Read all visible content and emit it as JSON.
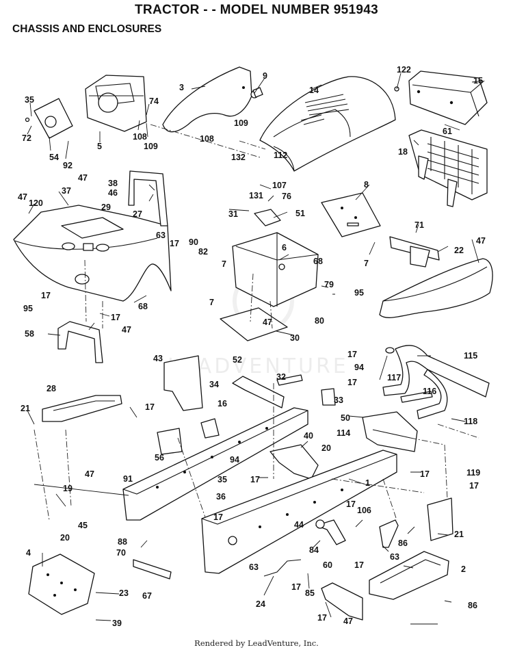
{
  "header": {
    "title": "TRACTOR - - MODEL NUMBER 951943",
    "subtitle": "CHASSIS AND ENCLOSURES"
  },
  "watermark": {
    "text": "LEADVENTURE"
  },
  "footer": {
    "text": "Rendered by LeadVenture, Inc."
  },
  "callouts": [
    "122",
    "15",
    "61",
    "9",
    "3",
    "14",
    "35",
    "72",
    "54",
    "92",
    "5",
    "74",
    "108",
    "109",
    "108",
    "109",
    "132",
    "112",
    "131",
    "107",
    "76",
    "8",
    "18",
    "38",
    "46",
    "29",
    "27",
    "63",
    "17",
    "47",
    "120",
    "37",
    "47",
    "68",
    "31",
    "51",
    "71",
    "22",
    "47",
    "90",
    "82",
    "6",
    "68",
    "7",
    "7",
    "7",
    "47",
    "80",
    "79",
    "95",
    "17",
    "95",
    "17",
    "47",
    "58",
    "30",
    "43",
    "52",
    "34",
    "32",
    "17",
    "94",
    "17",
    "33",
    "117",
    "115",
    "116",
    "28",
    "21",
    "17",
    "56",
    "16",
    "50",
    "118",
    "119",
    "40",
    "94",
    "20",
    "114",
    "17",
    "91",
    "35",
    "17",
    "36",
    "1",
    "17",
    "47",
    "17",
    "19",
    "20",
    "45",
    "17",
    "106",
    "44",
    "21",
    "86",
    "88",
    "70",
    "84",
    "63",
    "60",
    "17",
    "63",
    "17",
    "85",
    "67",
    "24",
    "2",
    "4",
    "23",
    "86",
    "39",
    "17",
    "47"
  ]
}
